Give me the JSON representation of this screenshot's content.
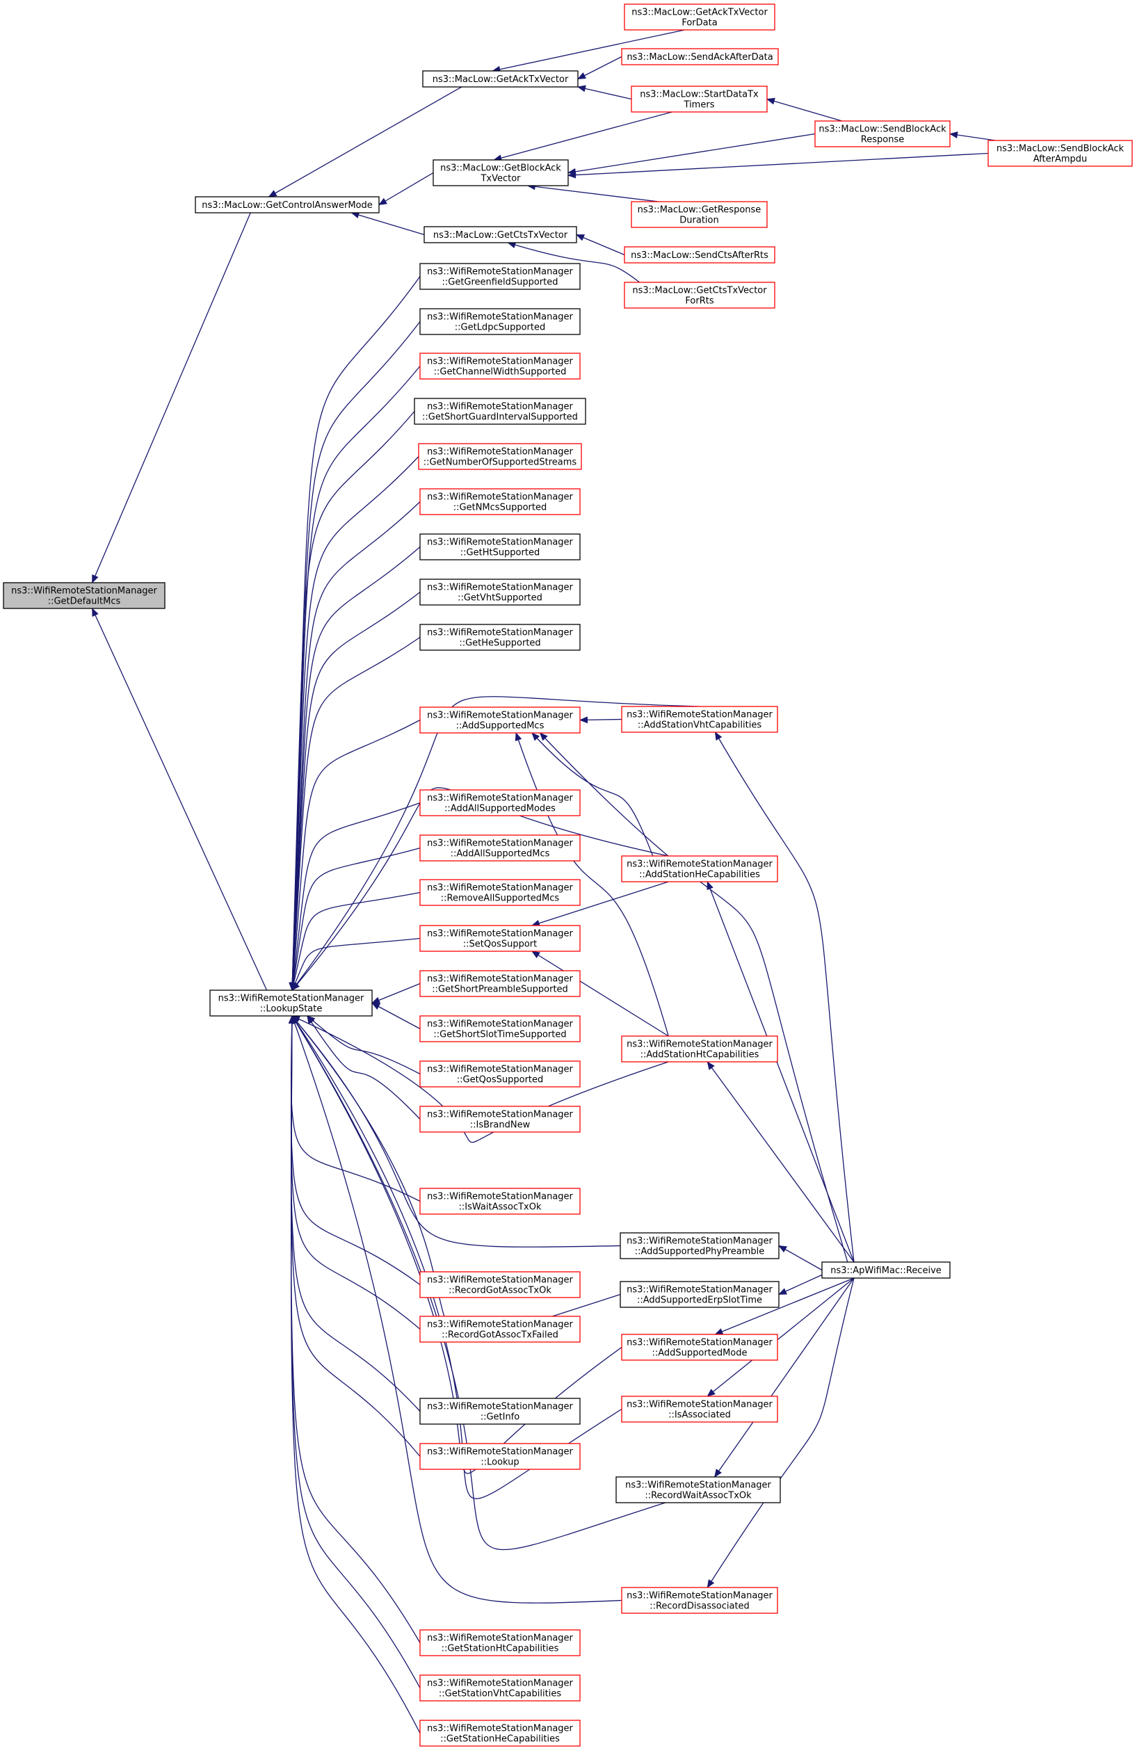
{
  "colors": {
    "edge": "#191970",
    "border_default": "#000000",
    "border_link": "#ff0000",
    "highlight_fill": "#bfbfbf"
  },
  "nodes": [
    {
      "id": "getDefaultMcs",
      "lines": [
        "ns3::WifiRemoteStationManager",
        "::GetDefaultMcs"
      ],
      "style": "highlight"
    },
    {
      "id": "getControlAnswerMode",
      "lines": [
        "ns3::MacLow::GetControlAnswerMode"
      ],
      "style": "black"
    },
    {
      "id": "lookupState",
      "lines": [
        "ns3::WifiRemoteStationManager",
        "::LookupState"
      ],
      "style": "black"
    },
    {
      "id": "getAckTxVector",
      "lines": [
        "ns3::MacLow::GetAckTxVector"
      ],
      "style": "black"
    },
    {
      "id": "getBlockAckTxVector",
      "lines": [
        "ns3::MacLow::GetBlockAck",
        "TxVector"
      ],
      "style": "black"
    },
    {
      "id": "getCtsTxVector",
      "lines": [
        "ns3::MacLow::GetCtsTxVector"
      ],
      "style": "black"
    },
    {
      "id": "getAckTxVectorForData",
      "lines": [
        "ns3::MacLow::GetAckTxVector",
        "ForData"
      ],
      "style": "red"
    },
    {
      "id": "sendAckAfterData",
      "lines": [
        "ns3::MacLow::SendAckAfterData"
      ],
      "style": "red"
    },
    {
      "id": "startDataTxTimers",
      "lines": [
        "ns3::MacLow::StartDataTx",
        "Timers"
      ],
      "style": "red"
    },
    {
      "id": "sendBlockAckResponse",
      "lines": [
        "ns3::MacLow::SendBlockAck",
        "Response"
      ],
      "style": "red"
    },
    {
      "id": "sendBlockAckAfterAmpdu",
      "lines": [
        "ns3::MacLow::SendBlockAck",
        "AfterAmpdu"
      ],
      "style": "red"
    },
    {
      "id": "getResponseDuration",
      "lines": [
        "ns3::MacLow::GetResponse",
        "Duration"
      ],
      "style": "red"
    },
    {
      "id": "sendCtsAfterRts",
      "lines": [
        "ns3::MacLow::SendCtsAfterRts"
      ],
      "style": "red"
    },
    {
      "id": "getCtsTxVectorForRts",
      "lines": [
        "ns3::MacLow::GetCtsTxVector",
        "ForRts"
      ],
      "style": "red"
    },
    {
      "id": "getGreenfieldSupported",
      "lines": [
        "ns3::WifiRemoteStationManager",
        "::GetGreenfieldSupported"
      ],
      "style": "black"
    },
    {
      "id": "getLdpcSupported",
      "lines": [
        "ns3::WifiRemoteStationManager",
        "::GetLdpcSupported"
      ],
      "style": "black"
    },
    {
      "id": "getChannelWidthSupported",
      "lines": [
        "ns3::WifiRemoteStationManager",
        "::GetChannelWidthSupported"
      ],
      "style": "red"
    },
    {
      "id": "getShortGuardIntervalSupported",
      "lines": [
        "ns3::WifiRemoteStationManager",
        "::GetShortGuardIntervalSupported"
      ],
      "style": "black"
    },
    {
      "id": "getNumberOfSupportedStreams",
      "lines": [
        "ns3::WifiRemoteStationManager",
        "::GetNumberOfSupportedStreams"
      ],
      "style": "red"
    },
    {
      "id": "getNMcsSupported",
      "lines": [
        "ns3::WifiRemoteStationManager",
        "::GetNMcsSupported"
      ],
      "style": "red"
    },
    {
      "id": "getHtSupported",
      "lines": [
        "ns3::WifiRemoteStationManager",
        "::GetHtSupported"
      ],
      "style": "black"
    },
    {
      "id": "getVhtSupported",
      "lines": [
        "ns3::WifiRemoteStationManager",
        "::GetVhtSupported"
      ],
      "style": "black"
    },
    {
      "id": "getHeSupported",
      "lines": [
        "ns3::WifiRemoteStationManager",
        "::GetHeSupported"
      ],
      "style": "black"
    },
    {
      "id": "addSupportedMcs",
      "lines": [
        "ns3::WifiRemoteStationManager",
        "::AddSupportedMcs"
      ],
      "style": "red"
    },
    {
      "id": "addStationVhtCapabilities",
      "lines": [
        "ns3::WifiRemoteStationManager",
        "::AddStationVhtCapabilities"
      ],
      "style": "red"
    },
    {
      "id": "addAllSupportedModes",
      "lines": [
        "ns3::WifiRemoteStationManager",
        "::AddAllSupportedModes"
      ],
      "style": "red"
    },
    {
      "id": "addAllSupportedMcs",
      "lines": [
        "ns3::WifiRemoteStationManager",
        "::AddAllSupportedMcs"
      ],
      "style": "red"
    },
    {
      "id": "addStationHeCapabilities",
      "lines": [
        "ns3::WifiRemoteStationManager",
        "::AddStationHeCapabilities"
      ],
      "style": "red"
    },
    {
      "id": "removeAllSupportedMcs",
      "lines": [
        "ns3::WifiRemoteStationManager",
        "::RemoveAllSupportedMcs"
      ],
      "style": "red"
    },
    {
      "id": "setQosSupport",
      "lines": [
        "ns3::WifiRemoteStationManager",
        "::SetQosSupport"
      ],
      "style": "red"
    },
    {
      "id": "getShortPreambleSupported",
      "lines": [
        "ns3::WifiRemoteStationManager",
        "::GetShortPreambleSupported"
      ],
      "style": "red"
    },
    {
      "id": "getShortSlotTimeSupported",
      "lines": [
        "ns3::WifiRemoteStationManager",
        "::GetShortSlotTimeSupported"
      ],
      "style": "red"
    },
    {
      "id": "addStationHtCapabilities",
      "lines": [
        "ns3::WifiRemoteStationManager",
        "::AddStationHtCapabilities"
      ],
      "style": "red"
    },
    {
      "id": "getQosSupported",
      "lines": [
        "ns3::WifiRemoteStationManager",
        "::GetQosSupported"
      ],
      "style": "red"
    },
    {
      "id": "isBrandNew",
      "lines": [
        "ns3::WifiRemoteStationManager",
        "::IsBrandNew"
      ],
      "style": "red"
    },
    {
      "id": "isWaitAssocTxOk",
      "lines": [
        "ns3::WifiRemoteStationManager",
        "::IsWaitAssocTxOk"
      ],
      "style": "red"
    },
    {
      "id": "addSupportedPhyPreamble",
      "lines": [
        "ns3::WifiRemoteStationManager",
        "::AddSupportedPhyPreamble"
      ],
      "style": "black"
    },
    {
      "id": "apWifiMacReceive",
      "lines": [
        "ns3::ApWifiMac::Receive"
      ],
      "style": "black"
    },
    {
      "id": "recordGotAssocTxOk",
      "lines": [
        "ns3::WifiRemoteStationManager",
        "::RecordGotAssocTxOk"
      ],
      "style": "red"
    },
    {
      "id": "addSupportedErpSlotTime",
      "lines": [
        "ns3::WifiRemoteStationManager",
        "::AddSupportedErpSlotTime"
      ],
      "style": "black"
    },
    {
      "id": "recordGotAssocTxFailed",
      "lines": [
        "ns3::WifiRemoteStationManager",
        "::RecordGotAssocTxFailed"
      ],
      "style": "red"
    },
    {
      "id": "addSupportedMode",
      "lines": [
        "ns3::WifiRemoteStationManager",
        "::AddSupportedMode"
      ],
      "style": "red"
    },
    {
      "id": "isAssociated",
      "lines": [
        "ns3::WifiRemoteStationManager",
        "::IsAssociated"
      ],
      "style": "red"
    },
    {
      "id": "getInfo",
      "lines": [
        "ns3::WifiRemoteStationManager",
        "::GetInfo"
      ],
      "style": "black"
    },
    {
      "id": "lookup",
      "lines": [
        "ns3::WifiRemoteStationManager",
        "::Lookup"
      ],
      "style": "red"
    },
    {
      "id": "recordWaitAssocTxOk",
      "lines": [
        "ns3::WifiRemoteStationManager",
        "::RecordWaitAssocTxOk"
      ],
      "style": "black"
    },
    {
      "id": "recordDisassociated",
      "lines": [
        "ns3::WifiRemoteStationManager",
        "::RecordDisassociated"
      ],
      "style": "red"
    },
    {
      "id": "getStationHtCapabilities",
      "lines": [
        "ns3::WifiRemoteStationManager",
        "::GetStationHtCapabilities"
      ],
      "style": "red"
    },
    {
      "id": "getStationVhtCapabilities",
      "lines": [
        "ns3::WifiRemoteStationManager",
        "::GetStationVhtCapabilities"
      ],
      "style": "red"
    },
    {
      "id": "getStationHeCapabilities",
      "lines": [
        "ns3::WifiRemoteStationManager",
        "::GetStationHeCapabilities"
      ],
      "style": "red"
    }
  ]
}
